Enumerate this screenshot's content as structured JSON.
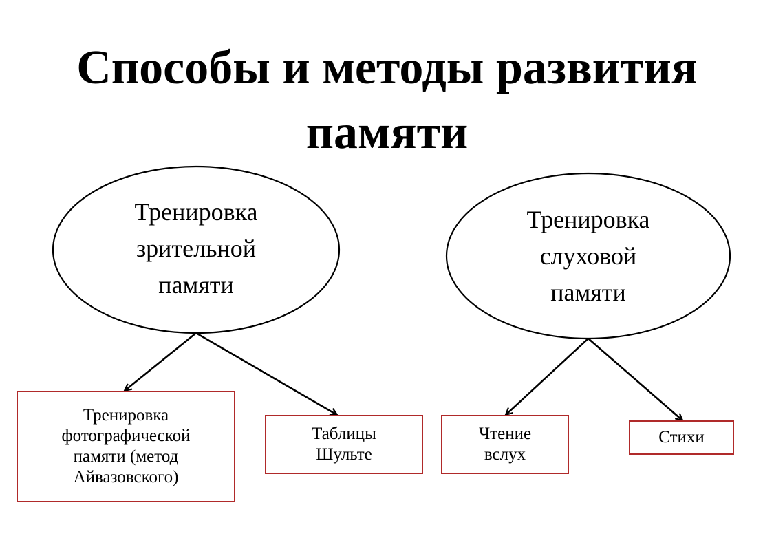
{
  "title": {
    "line1": "Способы и методы развития",
    "line2": "памяти"
  },
  "colors": {
    "box_border": "#b02a2a",
    "lines": "#000000"
  },
  "nodes": {
    "visual": {
      "line1": "Тренировка",
      "line2": "зрительной",
      "line3": "памяти"
    },
    "auditory": {
      "line1": "Тренировка",
      "line2": "слуховой",
      "line3": "памяти"
    }
  },
  "leaves": {
    "photo": {
      "line1": "Тренировка",
      "line2": "фотографической",
      "line3": "памяти (метод",
      "line4": "Айвазовского)"
    },
    "schulte": {
      "line1": "Таблицы",
      "line2": "Шульте"
    },
    "reading": {
      "line1": "Чтение",
      "line2": "вслух"
    },
    "poems": {
      "line1": "Стихи"
    }
  }
}
